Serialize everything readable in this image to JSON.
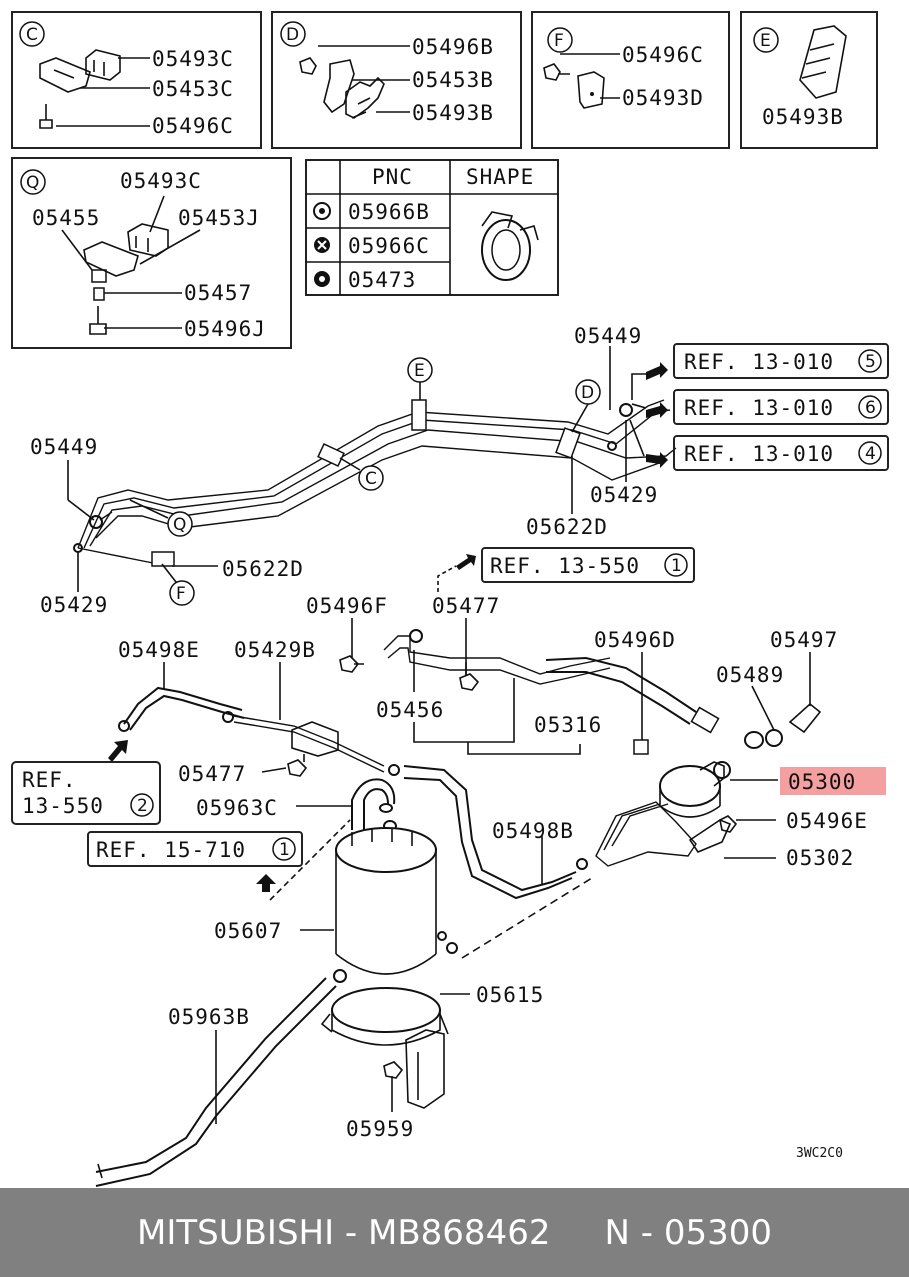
{
  "insets": {
    "c": {
      "letter": "C",
      "parts": [
        "05493C",
        "05453C",
        "05496C"
      ]
    },
    "d": {
      "letter": "D",
      "parts": [
        "05496B",
        "05453B",
        "05493B"
      ]
    },
    "f": {
      "letter": "F",
      "parts": [
        "05496C",
        "05493D"
      ]
    },
    "e": {
      "letter": "E",
      "parts": [
        "05493B"
      ]
    },
    "q": {
      "letter": "Q",
      "parts": [
        "05493C",
        "05455",
        "05453J",
        "05457",
        "05496J"
      ]
    }
  },
  "table": {
    "headers": [
      "PNC",
      "SHAPE"
    ],
    "rows": [
      "05966B",
      "05966C",
      "05473"
    ]
  },
  "refs": [
    "REF. 13-010",
    "REF. 13-010",
    "REF. 13-010",
    "REF. 13-550",
    "REF.",
    "13-550",
    "REF. 15-710"
  ],
  "ref_nums": [
    "5",
    "6",
    "4",
    "1",
    "2",
    "1"
  ],
  "callouts": {
    "e": "E",
    "d": "D",
    "c": "C",
    "q": "Q",
    "f": "F"
  },
  "labels": [
    "05449",
    "05429",
    "05622D",
    "05449",
    "05622D",
    "05429",
    "05496F",
    "05477",
    "05498E",
    "05429B",
    "05496D",
    "05497",
    "05489",
    "05456",
    "05316",
    "05477",
    "05300",
    "05963C",
    "05496E",
    "05498B",
    "05302",
    "05607",
    "05615",
    "05963B",
    "05959"
  ],
  "code": "3WC2C0",
  "footer": "MITSUBISHI - MB868462     N - 05300",
  "highlight": {
    "part": "05300",
    "color": "#f4a0a0"
  }
}
